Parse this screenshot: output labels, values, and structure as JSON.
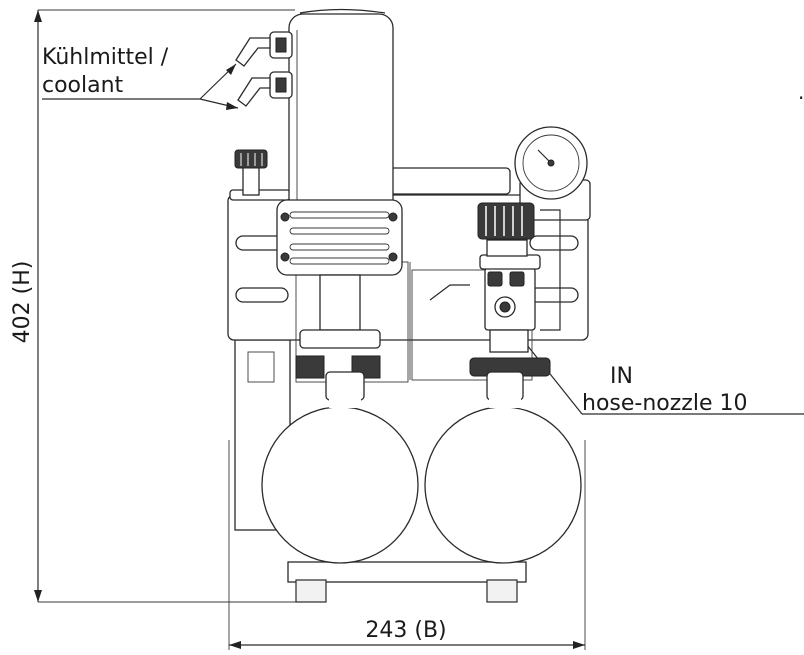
{
  "labels": {
    "coolant_de": "Kühlmittel /",
    "coolant_en": "coolant",
    "inlet_title": "IN",
    "inlet_detail": "hose-nozzle 10",
    "height_dim": "402 (H)",
    "width_dim": "243 (B)"
  }
}
